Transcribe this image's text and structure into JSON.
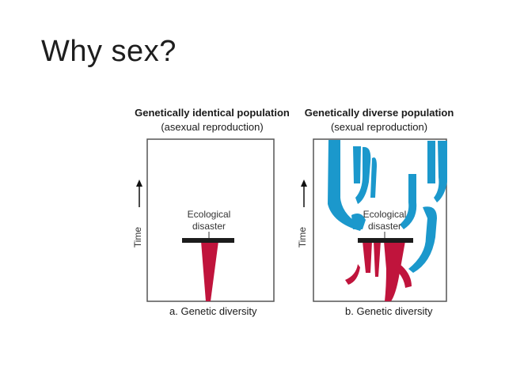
{
  "slide": {
    "title": "Why sex?"
  },
  "panel_a": {
    "heading": "Genetically identical population",
    "subheading": "(asexual reproduction)",
    "axis_label": "Time",
    "event_label_line1": "Ecological",
    "event_label_line2": "disaster",
    "caption": "a. Genetic diversity"
  },
  "panel_b": {
    "heading": "Genetically diverse population",
    "subheading": "(sexual reproduction)",
    "axis_label": "Time",
    "event_label_line1": "Ecological",
    "event_label_line2": "disaster",
    "caption": "b. Genetic diversity"
  },
  "colors": {
    "lineage_red": "#c0143c",
    "lineage_blue": "#1b98cc",
    "disaster_bar": "#1c1c1c",
    "frame": "#555555"
  }
}
